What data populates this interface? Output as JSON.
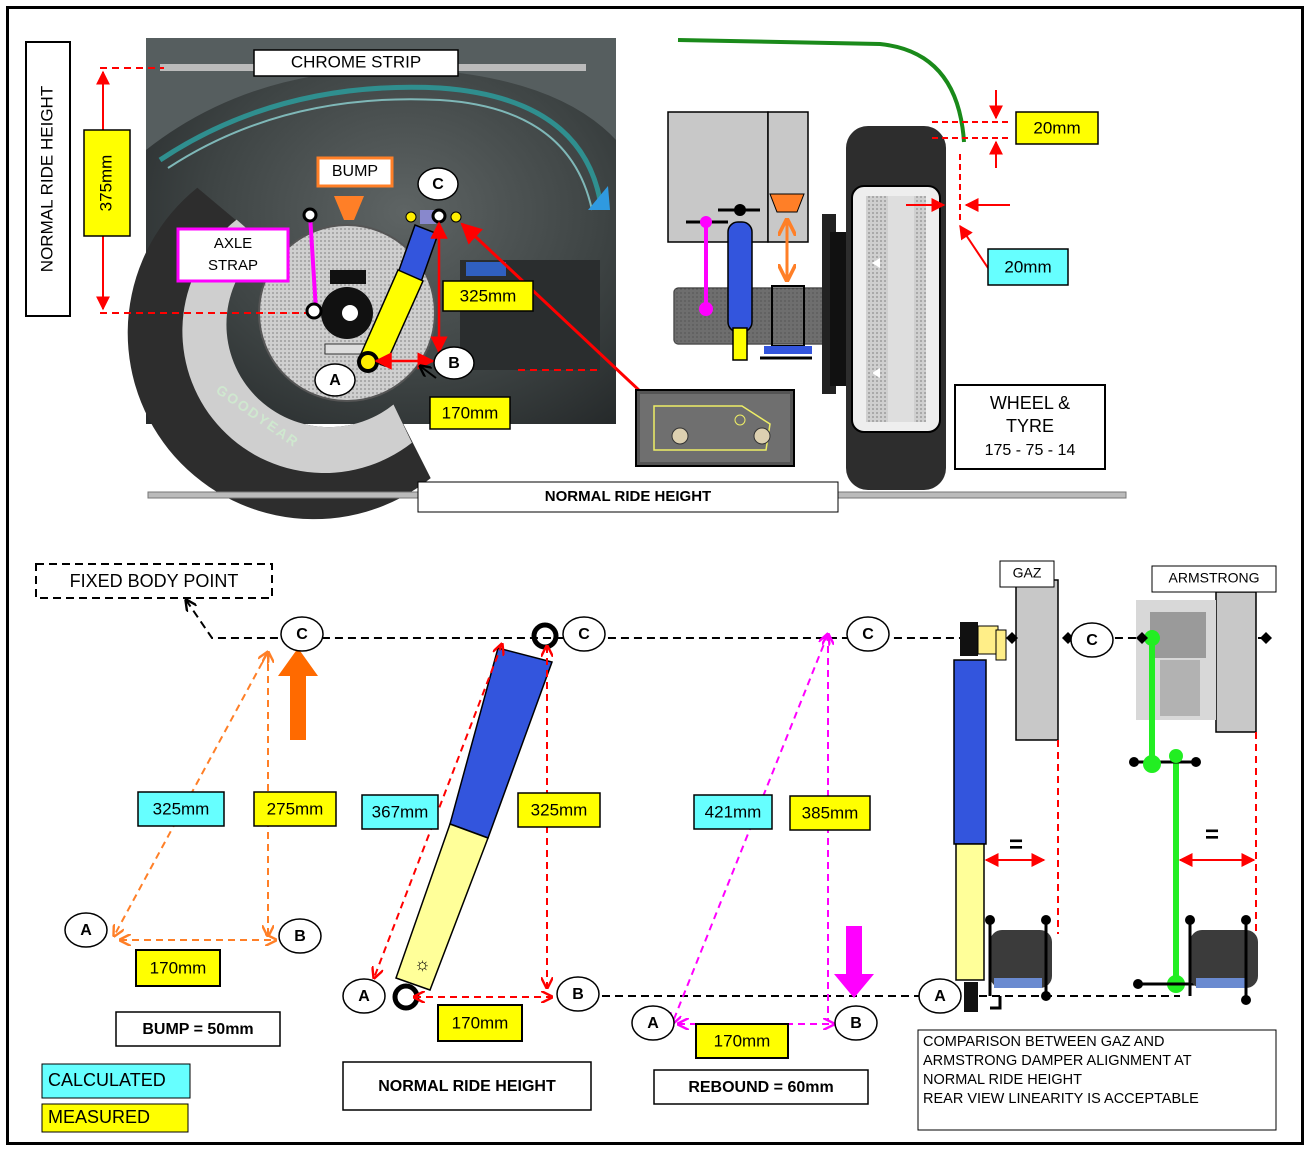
{
  "top": {
    "chrome_strip": "CHROME STRIP",
    "normal_ride_height_vertical": "NORMAL RIDE HEIGHT",
    "dim_375": "375mm",
    "bump": "BUMP",
    "axle_strap_1": "AXLE",
    "axle_strap_2": "STRAP",
    "point_a": "A",
    "point_b": "B",
    "point_c": "C",
    "dim_325": "325mm",
    "dim_170": "170mm",
    "goodyear": "GOODYEAR",
    "dim_20_yellow": "20mm",
    "dim_20_cyan": "20mm",
    "wheel_1": "WHEEL &",
    "wheel_2": "TYRE",
    "wheel_3": "175 - 75 - 14",
    "normal_ride_height_bar": "NORMAL RIDE HEIGHT"
  },
  "bottom": {
    "fixed_body_point": "FIXED BODY POINT",
    "gaz": "GAZ",
    "armstrong": "ARMSTRONG",
    "a": "A",
    "b": "B",
    "c": "C",
    "bump_calc": "325mm",
    "bump_meas": "275mm",
    "bump_base": "170mm",
    "bump_label": "BUMP = 50mm",
    "normal_calc": "367mm",
    "normal_meas": "325mm",
    "normal_base": "170mm",
    "normal_label": "NORMAL RIDE HEIGHT",
    "rebound_calc": "421mm",
    "rebound_meas": "385mm",
    "rebound_base": "170mm",
    "rebound_label": "REBOUND = 60mm",
    "equals": "=",
    "comparison_1": "COMPARISON BETWEEN GAZ AND",
    "comparison_2": "ARMSTRONG DAMPER ALIGNMENT AT",
    "comparison_3": "NORMAL RIDE HEIGHT",
    "comparison_4": "REAR VIEW LINEARITY IS ACCEPTABLE"
  },
  "legend": {
    "calculated": "CALCULATED",
    "measured": "MEASURED"
  },
  "colors": {
    "calculated": "#66ffff",
    "measured": "#ffff00",
    "red": "#ff0000",
    "orange": "#ff7f27",
    "magenta": "#ff00ff",
    "blue": "#3355dd",
    "green": "#22ee22",
    "shock_lower": "#ffff99"
  }
}
